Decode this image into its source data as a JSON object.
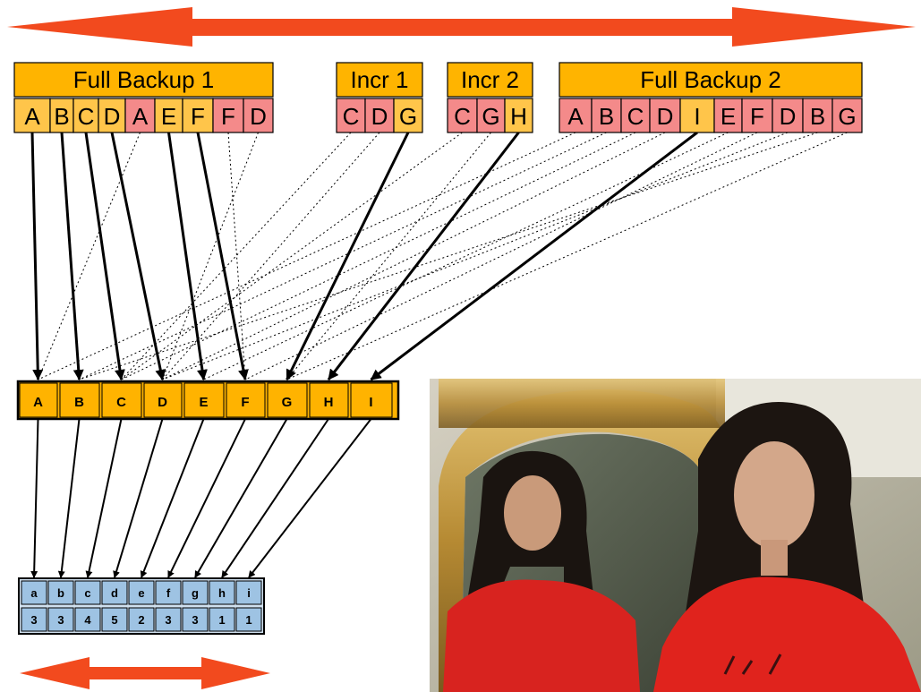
{
  "backups": [
    {
      "label": "Full Backup 1",
      "blocks": [
        "A",
        "B",
        "C",
        "D",
        "A",
        "E",
        "F",
        "F",
        "D"
      ],
      "dup": [
        false,
        false,
        false,
        false,
        true,
        false,
        false,
        true,
        true
      ]
    },
    {
      "label": "Incr 1",
      "blocks": [
        "C",
        "D",
        "G"
      ],
      "dup": [
        true,
        true,
        false
      ]
    },
    {
      "label": "Incr 2",
      "blocks": [
        "C",
        "G",
        "H"
      ],
      "dup": [
        true,
        true,
        false
      ]
    },
    {
      "label": "Full Backup 2",
      "blocks": [
        "A",
        "B",
        "C",
        "D",
        "I",
        "E",
        "F",
        "D",
        "B",
        "G"
      ],
      "dup": [
        true,
        true,
        true,
        true,
        false,
        true,
        true,
        true,
        true,
        true
      ]
    }
  ],
  "unique_blocks": [
    "A",
    "B",
    "C",
    "D",
    "E",
    "F",
    "G",
    "H",
    "I"
  ],
  "index_table": {
    "keys": [
      "a",
      "b",
      "c",
      "d",
      "e",
      "f",
      "g",
      "h",
      "i"
    ],
    "counts": [
      "3",
      "3",
      "4",
      "5",
      "2",
      "3",
      "3",
      "1",
      "1"
    ]
  },
  "colors": {
    "header": "#FFB400",
    "unique_block": "#FFC54A",
    "duplicate_block": "#F48A8A",
    "store_block": "#FFB300",
    "index_cell": "#9EC3E3",
    "arrow": "#F24A1E"
  },
  "photo": {
    "description_icon": "mirror-portrait-photo"
  }
}
